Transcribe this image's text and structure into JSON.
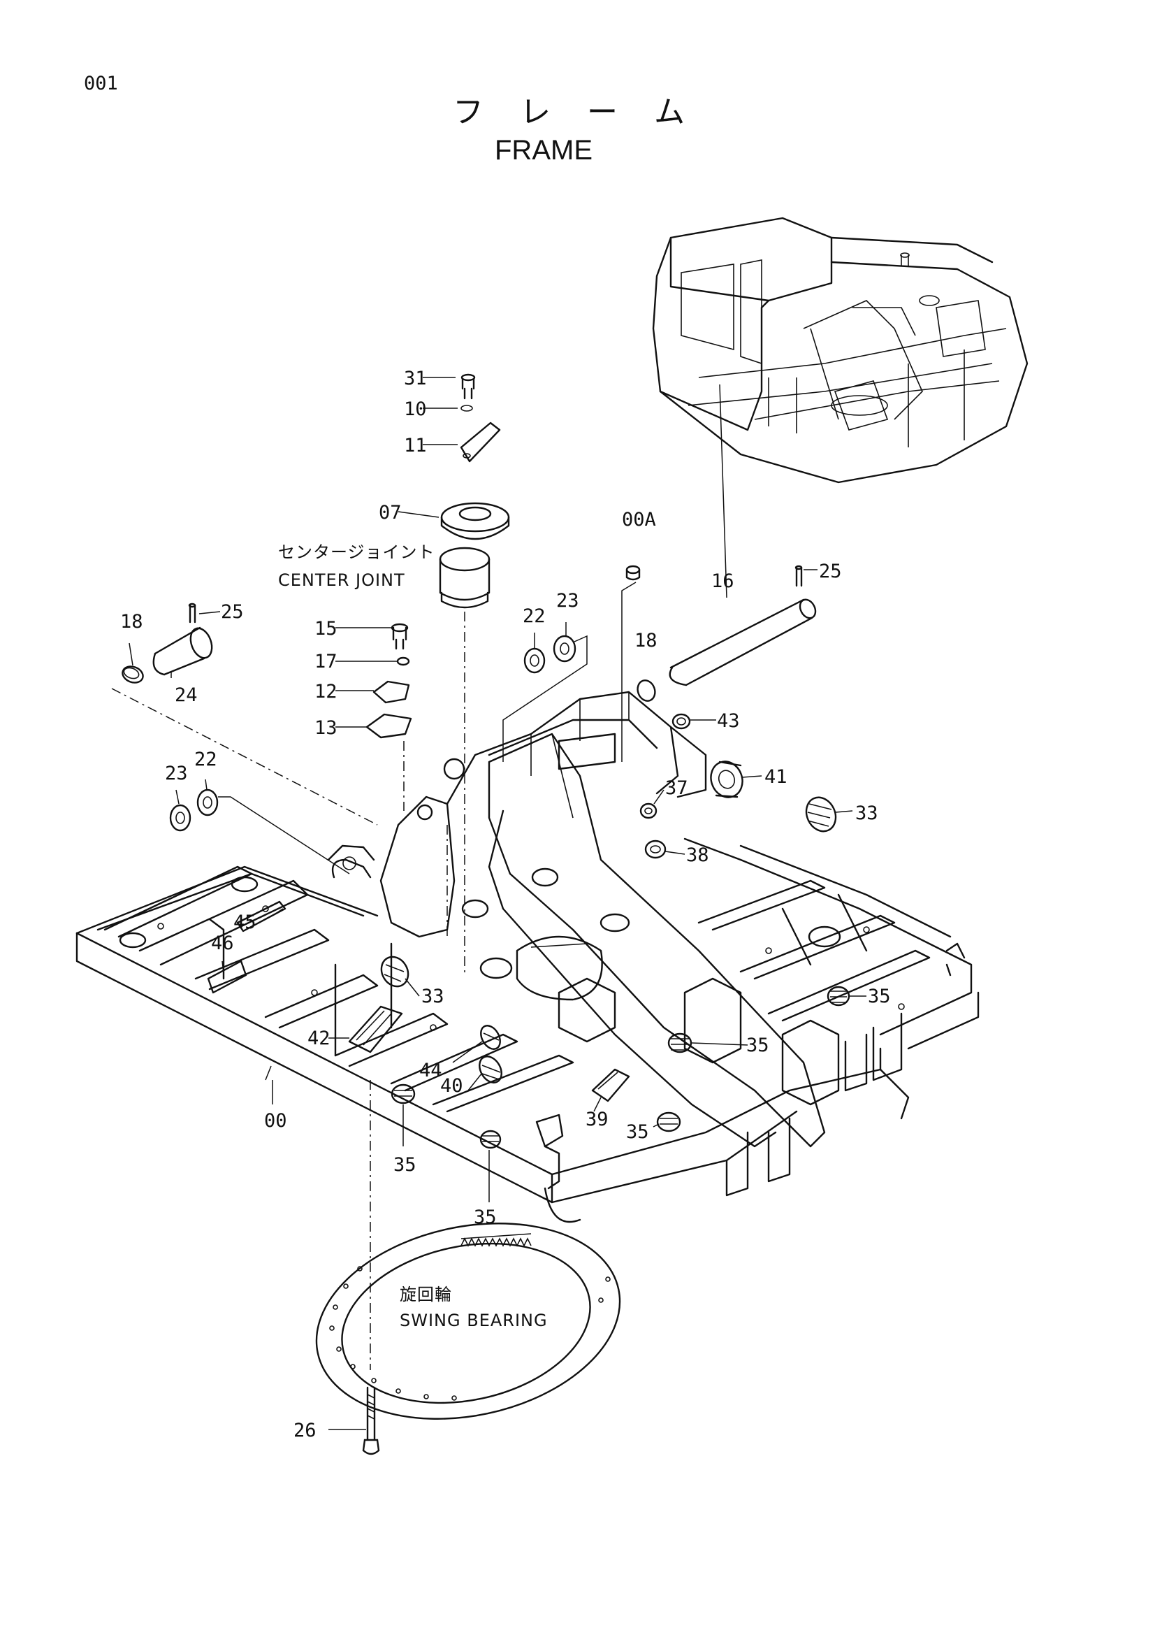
{
  "page_number": "001",
  "title_ja": "フ　レ　ー　ム",
  "title_en": "FRAME",
  "labels": {
    "center_joint_ja": "センタージョイント",
    "center_joint_en": "CENTER  JOINT",
    "swing_bearing_ja": "旋回輪",
    "swing_bearing_en": "SWING  BEARING"
  },
  "callouts": {
    "c31": "31",
    "c10": "10",
    "c11": "11",
    "c07": "07",
    "c00A": "00A",
    "c16": "16",
    "c25a": "25",
    "c25b": "25",
    "c18a": "18",
    "c18b": "18",
    "c24": "24",
    "c15": "15",
    "c17": "17",
    "c12": "12",
    "c13": "13",
    "c22a": "22",
    "c23a": "23",
    "c22b": "22",
    "c23b": "23",
    "c43": "43",
    "c41": "41",
    "c37": "37",
    "c33a": "33",
    "c38": "38",
    "c45": "45",
    "c46": "46",
    "c33b": "33",
    "c35a": "35",
    "c42": "42",
    "c44": "44",
    "c40": "40",
    "c35b": "35",
    "c00": "00",
    "c39": "39",
    "c35c": "35",
    "c35d": "35",
    "c35e": "35",
    "c26": "26"
  }
}
